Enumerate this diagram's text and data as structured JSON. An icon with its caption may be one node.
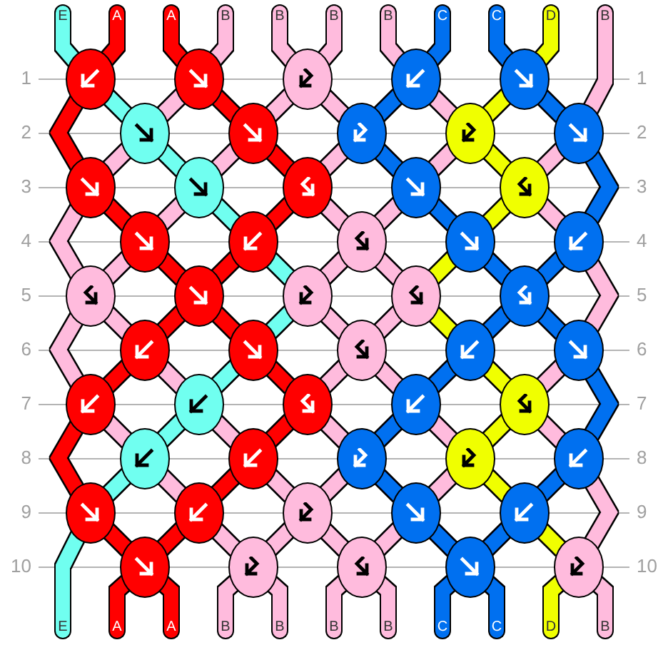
{
  "diagram": {
    "nodes": [
      {
        "text": [
          "E"
        ]
      },
      {
        "text": [
          "A"
        ]
      },
      {
        "text": [
          "A"
        ]
      },
      {
        "text": [
          "B"
        ]
      },
      {
        "text": [
          "B"
        ]
      },
      {
        "text": [
          "B"
        ]
      },
      {
        "text": [
          "B"
        ]
      },
      {
        "text": [
          "C"
        ]
      },
      {
        "text": [
          "C"
        ]
      },
      {
        "text": [
          "D"
        ]
      },
      {
        "text": [
          "B"
        ]
      },
      {
        "text": [],
        "shape": "circle"
      },
      {
        "text": [],
        "shape": "circle"
      },
      {
        "text": [],
        "shape": "circle"
      },
      {
        "text": [],
        "shape": "circle"
      },
      {
        "text": [],
        "shape": "circle"
      },
      {
        "text": [],
        "shape": "circle"
      },
      {
        "text": [],
        "shape": "circle"
      },
      {
        "text": [],
        "shape": "circle"
      },
      {
        "text": [],
        "shape": "circle"
      },
      {
        "text": [],
        "shape": "circle"
      },
      {
        "text": [],
        "shape": "circle"
      },
      {
        "text": [],
        "shape": "circle"
      },
      {
        "text": [],
        "shape": "circle"
      },
      {
        "text": [],
        "shape": "circle"
      },
      {
        "text": [],
        "shape": "circle"
      },
      {
        "text": [],
        "shape": "circle"
      },
      {
        "text": [],
        "shape": "circle"
      },
      {
        "text": [],
        "shape": "circle"
      },
      {
        "text": [],
        "shape": "circle"
      },
      {
        "text": [],
        "shape": "circle"
      },
      {
        "text": [],
        "shape": "circle"
      },
      {
        "text": [],
        "shape": "circle"
      },
      {
        "text": [],
        "shape": "circle"
      },
      {
        "text": [],
        "shape": "circle"
      },
      {
        "text": [],
        "shape": "circle"
      },
      {
        "text": [],
        "shape": "circle"
      },
      {
        "text": [],
        "shape": "circle"
      },
      {
        "text": [],
        "shape": "circle"
      },
      {
        "text": [],
        "shape": "circle"
      },
      {
        "text": [],
        "shape": "circle"
      },
      {
        "text": [],
        "shape": "circle"
      },
      {
        "text": [],
        "shape": "circle"
      },
      {
        "text": [],
        "shape": "circle"
      },
      {
        "text": [],
        "shape": "circle"
      },
      {
        "text": [],
        "shape": "circle"
      },
      {
        "text": [],
        "shape": "circle"
      },
      {
        "text": [],
        "shape": "circle"
      },
      {
        "text": [],
        "shape": "circle"
      },
      {
        "text": [],
        "shape": "circle"
      },
      {
        "text": [],
        "shape": "circle"
      },
      {
        "text": [],
        "shape": "circle"
      },
      {
        "text": [],
        "shape": "circle"
      },
      {
        "text": [],
        "shape": "circle"
      },
      {
        "text": [],
        "shape": "circle"
      },
      {
        "text": [],
        "shape": "circle"
      },
      {
        "text": [],
        "shape": "circle"
      },
      {
        "text": [],
        "shape": "circle"
      },
      {
        "text": [],
        "shape": "circle"
      },
      {
        "text": [],
        "shape": "circle"
      },
      {
        "text": [],
        "shape": "circle"
      },
      {
        "text": [
          "E"
        ]
      },
      {
        "text": [
          "A"
        ]
      },
      {
        "text": [
          "A"
        ]
      },
      {
        "text": [
          "B"
        ]
      },
      {
        "text": [
          "B"
        ]
      },
      {
        "text": [
          "B"
        ]
      },
      {
        "text": [
          "B"
        ]
      },
      {
        "text": [
          "C"
        ]
      },
      {
        "text": [
          "C"
        ]
      },
      {
        "text": [
          "D"
        ]
      },
      {
        "text": [
          "B"
        ]
      }
    ],
    "edges": [
      {
        "from": 0,
        "to": 11,
        "arrow": "none",
        "color": "#70fff0"
      },
      {
        "from": 1,
        "to": 11,
        "arrow": "none",
        "color": "#ff0000"
      },
      {
        "from": 2,
        "to": 12,
        "arrow": "none",
        "color": "#ff0000"
      },
      {
        "from": 3,
        "to": 12,
        "arrow": "none"
      },
      {
        "from": 4,
        "to": 13,
        "arrow": "none"
      },
      {
        "from": 5,
        "to": 13,
        "arrow": "none"
      },
      {
        "from": 6,
        "to": 14,
        "arrow": "none"
      },
      {
        "from": 7,
        "to": 14,
        "arrow": "none",
        "color": "#0070f0"
      },
      {
        "from": 8,
        "to": 15,
        "arrow": "none",
        "color": "#0070f0"
      },
      {
        "from": 9,
        "to": 15,
        "arrow": "none",
        "color": "#f0ff00"
      },
      {
        "from": 11,
        "to": 16,
        "arrow": "none",
        "color": "#70fff0"
      },
      {
        "from": 12,
        "to": 16,
        "arrow": "none"
      },
      {
        "from": 12,
        "to": 17,
        "arrow": "none",
        "color": "#ff0000"
      },
      {
        "from": 13,
        "to": 17,
        "arrow": "none"
      },
      {
        "from": 13,
        "to": 18,
        "arrow": "none"
      },
      {
        "from": 14,
        "to": 18,
        "arrow": "none",
        "color": "#0070f0"
      },
      {
        "from": 14,
        "to": 19,
        "arrow": "none"
      },
      {
        "from": 15,
        "to": 19,
        "arrow": "none",
        "color": "#f0ff00"
      },
      {
        "from": 15,
        "to": 20,
        "arrow": "none",
        "color": "#0070f0"
      },
      {
        "from": 10,
        "to": 20,
        "arrow": "none"
      },
      {
        "from": 11,
        "to": 21,
        "arrow": "none",
        "color": "#ff0000"
      },
      {
        "from": 16,
        "to": 21,
        "arrow": "none"
      },
      {
        "from": 16,
        "to": 22,
        "arrow": "none",
        "color": "#70fff0"
      },
      {
        "from": 17,
        "to": 22,
        "arrow": "none"
      },
      {
        "from": 17,
        "to": 23,
        "arrow": "none",
        "color": "#ff0000"
      },
      {
        "from": 18,
        "to": 23,
        "arrow": "none"
      },
      {
        "from": 18,
        "to": 24,
        "arrow": "none",
        "color": "#0070f0"
      },
      {
        "from": 19,
        "to": 24,
        "arrow": "none"
      },
      {
        "from": 19,
        "to": 25,
        "arrow": "none",
        "color": "#f0ff00"
      },
      {
        "from": 20,
        "to": 25,
        "arrow": "none"
      },
      {
        "from": 21,
        "to": 26,
        "arrow": "none",
        "color": "#ff0000"
      },
      {
        "from": 22,
        "to": 26,
        "arrow": "none"
      },
      {
        "from": 22,
        "to": 27,
        "arrow": "none",
        "color": "#70fff0"
      },
      {
        "from": 23,
        "to": 27,
        "arrow": "none",
        "color": "#ff0000"
      },
      {
        "from": 23,
        "to": 28,
        "arrow": "none"
      },
      {
        "from": 24,
        "to": 28,
        "arrow": "none"
      },
      {
        "from": 24,
        "to": 29,
        "arrow": "none",
        "color": "#0070f0"
      },
      {
        "from": 25,
        "to": 29,
        "arrow": "none",
        "color": "#f0ff00"
      },
      {
        "from": 25,
        "to": 30,
        "arrow": "none"
      },
      {
        "from": 20,
        "to": 30,
        "arrow": "none",
        "color": "#0070f0"
      },
      {
        "from": 21,
        "to": 31,
        "arrow": "none"
      },
      {
        "from": 26,
        "to": 31,
        "arrow": "none"
      },
      {
        "from": 26,
        "to": 32,
        "arrow": "none",
        "color": "#ff0000"
      },
      {
        "from": 27,
        "to": 32,
        "arrow": "none",
        "color": "#ff0000"
      },
      {
        "from": 27,
        "to": 33,
        "arrow": "none",
        "color": "#70fff0"
      },
      {
        "from": 28,
        "to": 33,
        "arrow": "none"
      },
      {
        "from": 28,
        "to": 34,
        "arrow": "none"
      },
      {
        "from": 29,
        "to": 34,
        "arrow": "none",
        "color": "#f0ff00"
      },
      {
        "from": 29,
        "to": 35,
        "arrow": "none",
        "color": "#0070f0"
      },
      {
        "from": 30,
        "to": 35,
        "arrow": "none",
        "color": "#0070f0"
      },
      {
        "from": 31,
        "to": 36,
        "arrow": "none"
      },
      {
        "from": 32,
        "to": 36,
        "arrow": "none",
        "color": "#ff0000"
      },
      {
        "from": 32,
        "to": 37,
        "arrow": "none",
        "color": "#ff0000"
      },
      {
        "from": 33,
        "to": 37,
        "arrow": "none",
        "color": "#70fff0"
      },
      {
        "from": 33,
        "to": 38,
        "arrow": "none"
      },
      {
        "from": 34,
        "to": 38,
        "arrow": "none"
      },
      {
        "from": 34,
        "to": 39,
        "arrow": "none",
        "color": "#f0ff00"
      },
      {
        "from": 35,
        "to": 39,
        "arrow": "none",
        "color": "#0070f0"
      },
      {
        "from": 35,
        "to": 40,
        "arrow": "none",
        "color": "#0070f0"
      },
      {
        "from": 30,
        "to": 40,
        "arrow": "none"
      },
      {
        "from": 31,
        "to": 41,
        "arrow": "none"
      },
      {
        "from": 36,
        "to": 41,
        "arrow": "none",
        "color": "#ff0000"
      },
      {
        "from": 36,
        "to": 42,
        "arrow": "none"
      },
      {
        "from": 37,
        "to": 42,
        "arrow": "none",
        "color": "#70fff0"
      },
      {
        "from": 37,
        "to": 43,
        "arrow": "none",
        "color": "#ff0000"
      },
      {
        "from": 38,
        "to": 43,
        "arrow": "none"
      },
      {
        "from": 38,
        "to": 44,
        "arrow": "none"
      },
      {
        "from": 39,
        "to": 44,
        "arrow": "none",
        "color": "#0070f0"
      },
      {
        "from": 39,
        "to": 45,
        "arrow": "none",
        "color": "#f0ff00"
      },
      {
        "from": 40,
        "to": 45,
        "arrow": "none"
      },
      {
        "from": 41,
        "to": 46,
        "arrow": "none"
      },
      {
        "from": 42,
        "to": 46,
        "arrow": "none",
        "color": "#70fff0"
      },
      {
        "from": 42,
        "to": 47,
        "arrow": "none"
      },
      {
        "from": 43,
        "to": 47,
        "arrow": "none",
        "color": "#ff0000"
      },
      {
        "from": 43,
        "to": 48,
        "arrow": "none"
      },
      {
        "from": 44,
        "to": 48,
        "arrow": "none",
        "color": "#0070f0"
      },
      {
        "from": 44,
        "to": 49,
        "arrow": "none"
      },
      {
        "from": 45,
        "to": 49,
        "arrow": "none",
        "color": "#f0ff00"
      },
      {
        "from": 45,
        "to": 50,
        "arrow": "none"
      },
      {
        "from": 40,
        "to": 50,
        "arrow": "none",
        "color": "#0070f0"
      },
      {
        "from": 41,
        "to": 51,
        "arrow": "none",
        "color": "#ff0000"
      },
      {
        "from": 46,
        "to": 51,
        "arrow": "none",
        "color": "#70fff0"
      },
      {
        "from": 46,
        "to": 52,
        "arrow": "none"
      },
      {
        "from": 47,
        "to": 52,
        "arrow": "none",
        "color": "#ff0000"
      },
      {
        "from": 47,
        "to": 53,
        "arrow": "none"
      },
      {
        "from": 48,
        "to": 53,
        "arrow": "none"
      },
      {
        "from": 48,
        "to": 54,
        "arrow": "none",
        "color": "#0070f0"
      },
      {
        "from": 49,
        "to": 54,
        "arrow": "none"
      },
      {
        "from": 49,
        "to": 55,
        "arrow": "none",
        "color": "#f0ff00"
      },
      {
        "from": 50,
        "to": 55,
        "arrow": "none",
        "color": "#0070f0"
      },
      {
        "from": 51,
        "to": 56,
        "arrow": "none",
        "color": "#ff0000"
      },
      {
        "from": 52,
        "to": 56,
        "arrow": "none",
        "color": "#ff0000"
      },
      {
        "from": 52,
        "to": 57,
        "arrow": "none"
      },
      {
        "from": 53,
        "to": 57,
        "arrow": "none"
      },
      {
        "from": 53,
        "to": 58,
        "arrow": "none"
      },
      {
        "from": 54,
        "to": 58,
        "arrow": "none"
      },
      {
        "from": 54,
        "to": 59,
        "arrow": "none",
        "color": "#0070f0"
      },
      {
        "from": 55,
        "to": 59,
        "arrow": "none",
        "color": "#0070f0"
      },
      {
        "from": 55,
        "to": 60,
        "arrow": "none",
        "color": "#f0ff00"
      },
      {
        "from": 50,
        "to": 60,
        "arrow": "none"
      },
      {
        "from": 51,
        "to": 61,
        "arrow": "none",
        "color": "#70fff0"
      },
      {
        "from": 56,
        "to": 62,
        "arrow": "none",
        "color": "#ff0000"
      },
      {
        "from": 56,
        "to": 63,
        "arrow": "none",
        "color": "#ff0000"
      },
      {
        "from": 57,
        "to": 64,
        "arrow": "none"
      },
      {
        "from": 57,
        "to": 65,
        "arrow": "none"
      },
      {
        "from": 58,
        "to": 66,
        "arrow": "none"
      },
      {
        "from": 58,
        "to": 67,
        "arrow": "none"
      },
      {
        "from": 59,
        "to": 68,
        "arrow": "none",
        "color": "#0070f0"
      },
      {
        "from": 59,
        "to": 69,
        "arrow": "none",
        "color": "#0070f0"
      },
      {
        "from": 60,
        "to": 70,
        "arrow": "none",
        "color": "#f0ff00"
      },
      {
        "from": 60,
        "to": 71,
        "arrow": "none"
      }
    ],
    "labels": [
      "1",
      "1",
      "2",
      "2",
      "3",
      "3",
      "4",
      "4",
      "5",
      "5",
      "6",
      "6",
      "7",
      "7",
      "8",
      "8",
      "9",
      "9",
      "10",
      "10"
    ]
  }
}
